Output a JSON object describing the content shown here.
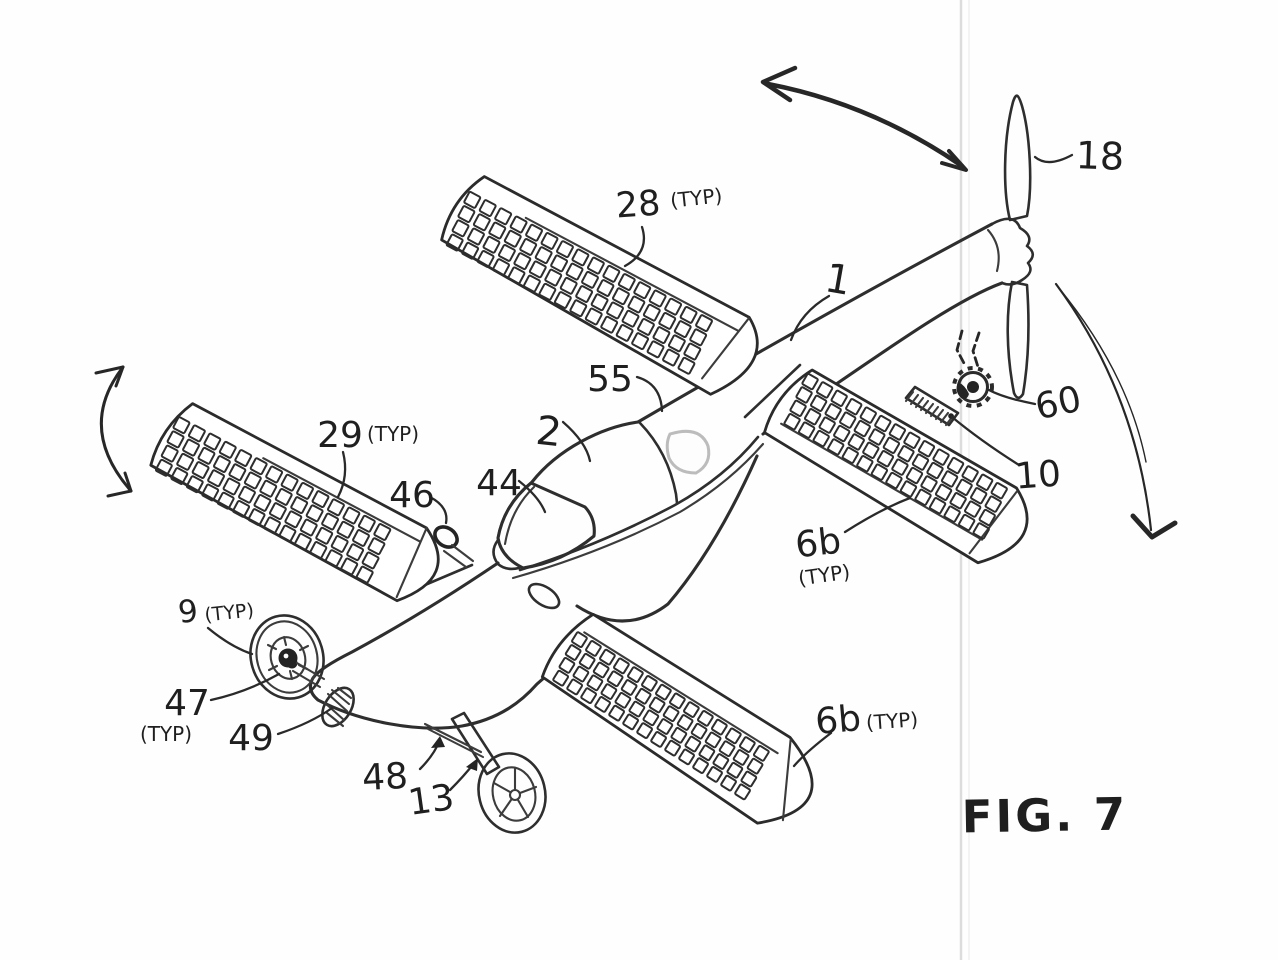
{
  "figure_caption": "FIG. 7",
  "ref_labels": {
    "n1": "1",
    "n2": "2",
    "n6b": "6b",
    "n9": "9",
    "n10": "10",
    "n13": "13",
    "n18": "18",
    "n28": "28",
    "n29": "29",
    "n44": "44",
    "n46": "46",
    "n47": "47",
    "n48": "48",
    "n49": "49",
    "n55": "55",
    "n60": "60",
    "typ": "(TYP)"
  },
  "colors": {
    "ink": "#2e2e2e",
    "paper": "#ffffff",
    "fold_line": "#d9d9d9",
    "light_detail": "#bcbcbc"
  }
}
